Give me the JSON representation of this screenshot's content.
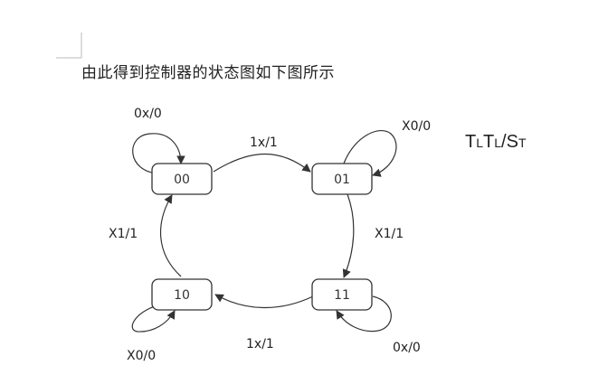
{
  "caption": "由此得到控制器的状态图如下图所示",
  "annotation": {
    "t1": "T",
    "s1": "L",
    "t2": "T",
    "s2": "L",
    "slash": "/",
    "s": "S",
    "s3": "T"
  },
  "states": [
    {
      "id": "s00",
      "label": "00"
    },
    {
      "id": "s01",
      "label": "01"
    },
    {
      "id": "s10",
      "label": "10"
    },
    {
      "id": "s11",
      "label": "11"
    }
  ],
  "transitions": {
    "self_00": "0x/0",
    "s00_to_s01": "1x/1",
    "self_01": "X0/0",
    "s01_to_s11": "X1/1",
    "s10_to_s00": "X1/1",
    "s11_to_s10": "1x/1",
    "self_10": "X0/0",
    "self_11": "0x/0"
  }
}
